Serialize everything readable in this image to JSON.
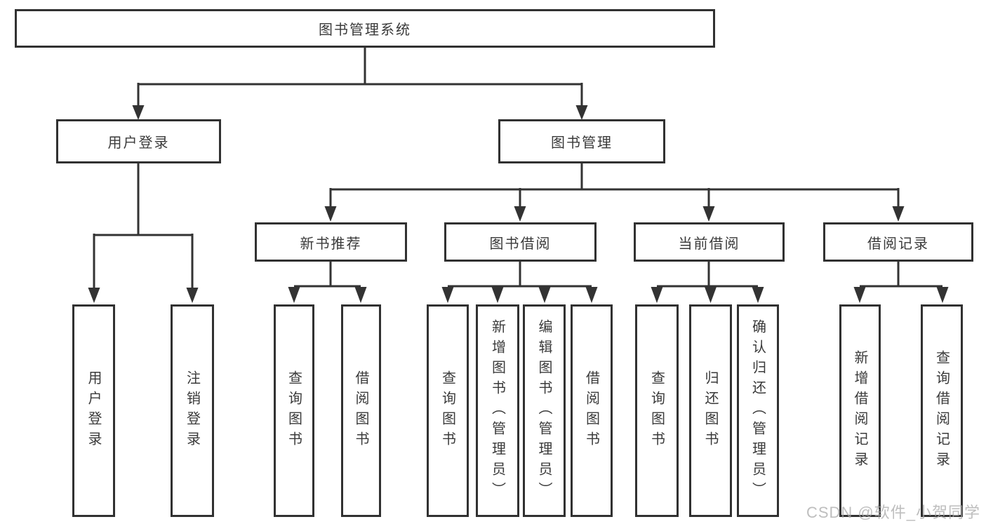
{
  "tree": {
    "label": "图书管理系统",
    "children": [
      {
        "label": "用户登录",
        "children": [
          {
            "label": "用户登录"
          },
          {
            "label": "注销登录"
          }
        ]
      },
      {
        "label": "图书管理",
        "children": [
          {
            "label": "新书推荐",
            "children": [
              {
                "label": "查询图书"
              },
              {
                "label": "借阅图书"
              }
            ]
          },
          {
            "label": "图书借阅",
            "children": [
              {
                "label": "查询图书"
              },
              {
                "label": "新增图书（管理员）"
              },
              {
                "label": "编辑图书（管理员）"
              },
              {
                "label": "借阅图书"
              }
            ]
          },
          {
            "label": "当前借阅",
            "children": [
              {
                "label": "查询图书"
              },
              {
                "label": "归还图书"
              },
              {
                "label": "确认归还（管理员）"
              }
            ]
          },
          {
            "label": "借阅记录",
            "children": [
              {
                "label": "新增借阅记录"
              },
              {
                "label": "查询借阅记录"
              }
            ]
          }
        ]
      }
    ]
  },
  "watermark": "CSDN @软件_小贺同学",
  "colors": {
    "line": "#333333",
    "text": "#3a3a3a",
    "background": "#ffffff",
    "watermark": "#a8a8a8"
  }
}
